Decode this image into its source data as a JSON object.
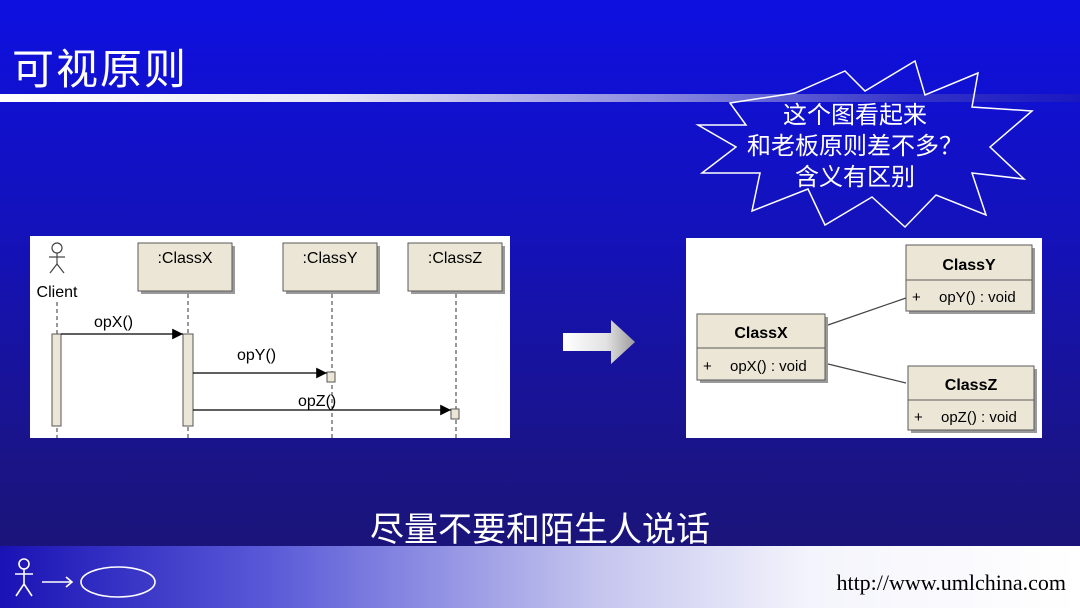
{
  "slide": {
    "title": "可视原则",
    "callout_lines": [
      "这个图看起来",
      "和老板原则差不多？",
      "含义有区别"
    ],
    "subtitle": "尽量不要和陌生人说话",
    "footer_url": "http://www.umlchina.com"
  },
  "sequence_diagram": {
    "actor": "Client",
    "lifelines": [
      ":ClassX",
      ":ClassY",
      ":ClassZ"
    ],
    "messages": [
      "opX()",
      "opY()",
      "opZ()"
    ]
  },
  "class_diagram": {
    "classes": [
      {
        "name": "ClassX",
        "visibility": "+",
        "operation": "opX() : void"
      },
      {
        "name": "ClassY",
        "visibility": "+",
        "operation": "opY() : void"
      },
      {
        "name": "ClassZ",
        "visibility": "+",
        "operation": "opZ() : void"
      }
    ]
  },
  "colors": {
    "background_top": "#0e10e0",
    "background_bottom": "#1b1470",
    "box_fill": "#ece6d6",
    "box_border": "#5a5a5a"
  },
  "icons": [
    "actor-icon",
    "use-case-ellipse-icon",
    "right-arrow-icon",
    "starburst-callout"
  ]
}
